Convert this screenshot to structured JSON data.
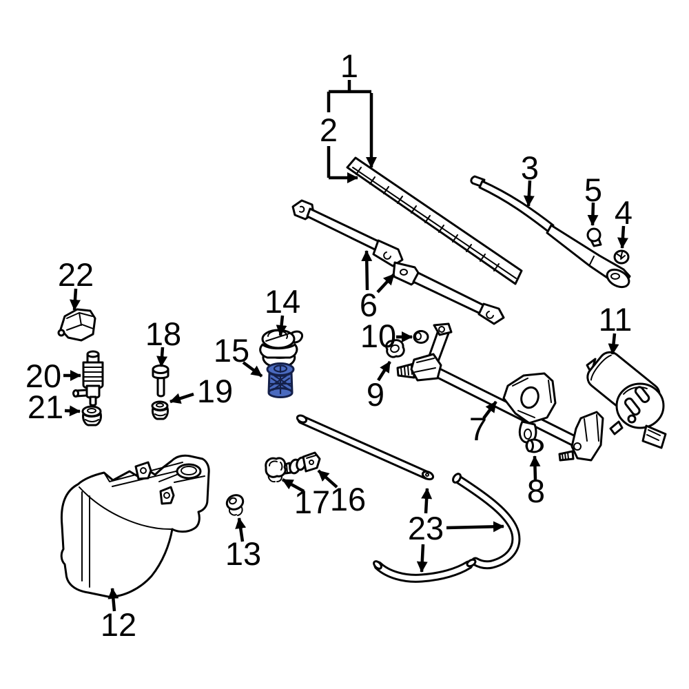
{
  "diagram": {
    "type": "exploded-parts-diagram",
    "colors": {
      "background": "#ffffff",
      "ink": "#000000",
      "highlight_fill": "#4a6abf",
      "highlight_dark": "#14204a"
    },
    "highlighted_callout": "15",
    "callouts": [
      {
        "label": "1"
      },
      {
        "label": "2"
      },
      {
        "label": "3"
      },
      {
        "label": "4"
      },
      {
        "label": "5"
      },
      {
        "label": "6"
      },
      {
        "label": "7"
      },
      {
        "label": "8"
      },
      {
        "label": "9"
      },
      {
        "label": "10"
      },
      {
        "label": "11"
      },
      {
        "label": "12"
      },
      {
        "label": "13"
      },
      {
        "label": "14"
      },
      {
        "label": "15"
      },
      {
        "label": "16"
      },
      {
        "label": "17"
      },
      {
        "label": "18"
      },
      {
        "label": "19"
      },
      {
        "label": "20"
      },
      {
        "label": "21"
      },
      {
        "label": "22"
      },
      {
        "label": "23"
      }
    ]
  }
}
